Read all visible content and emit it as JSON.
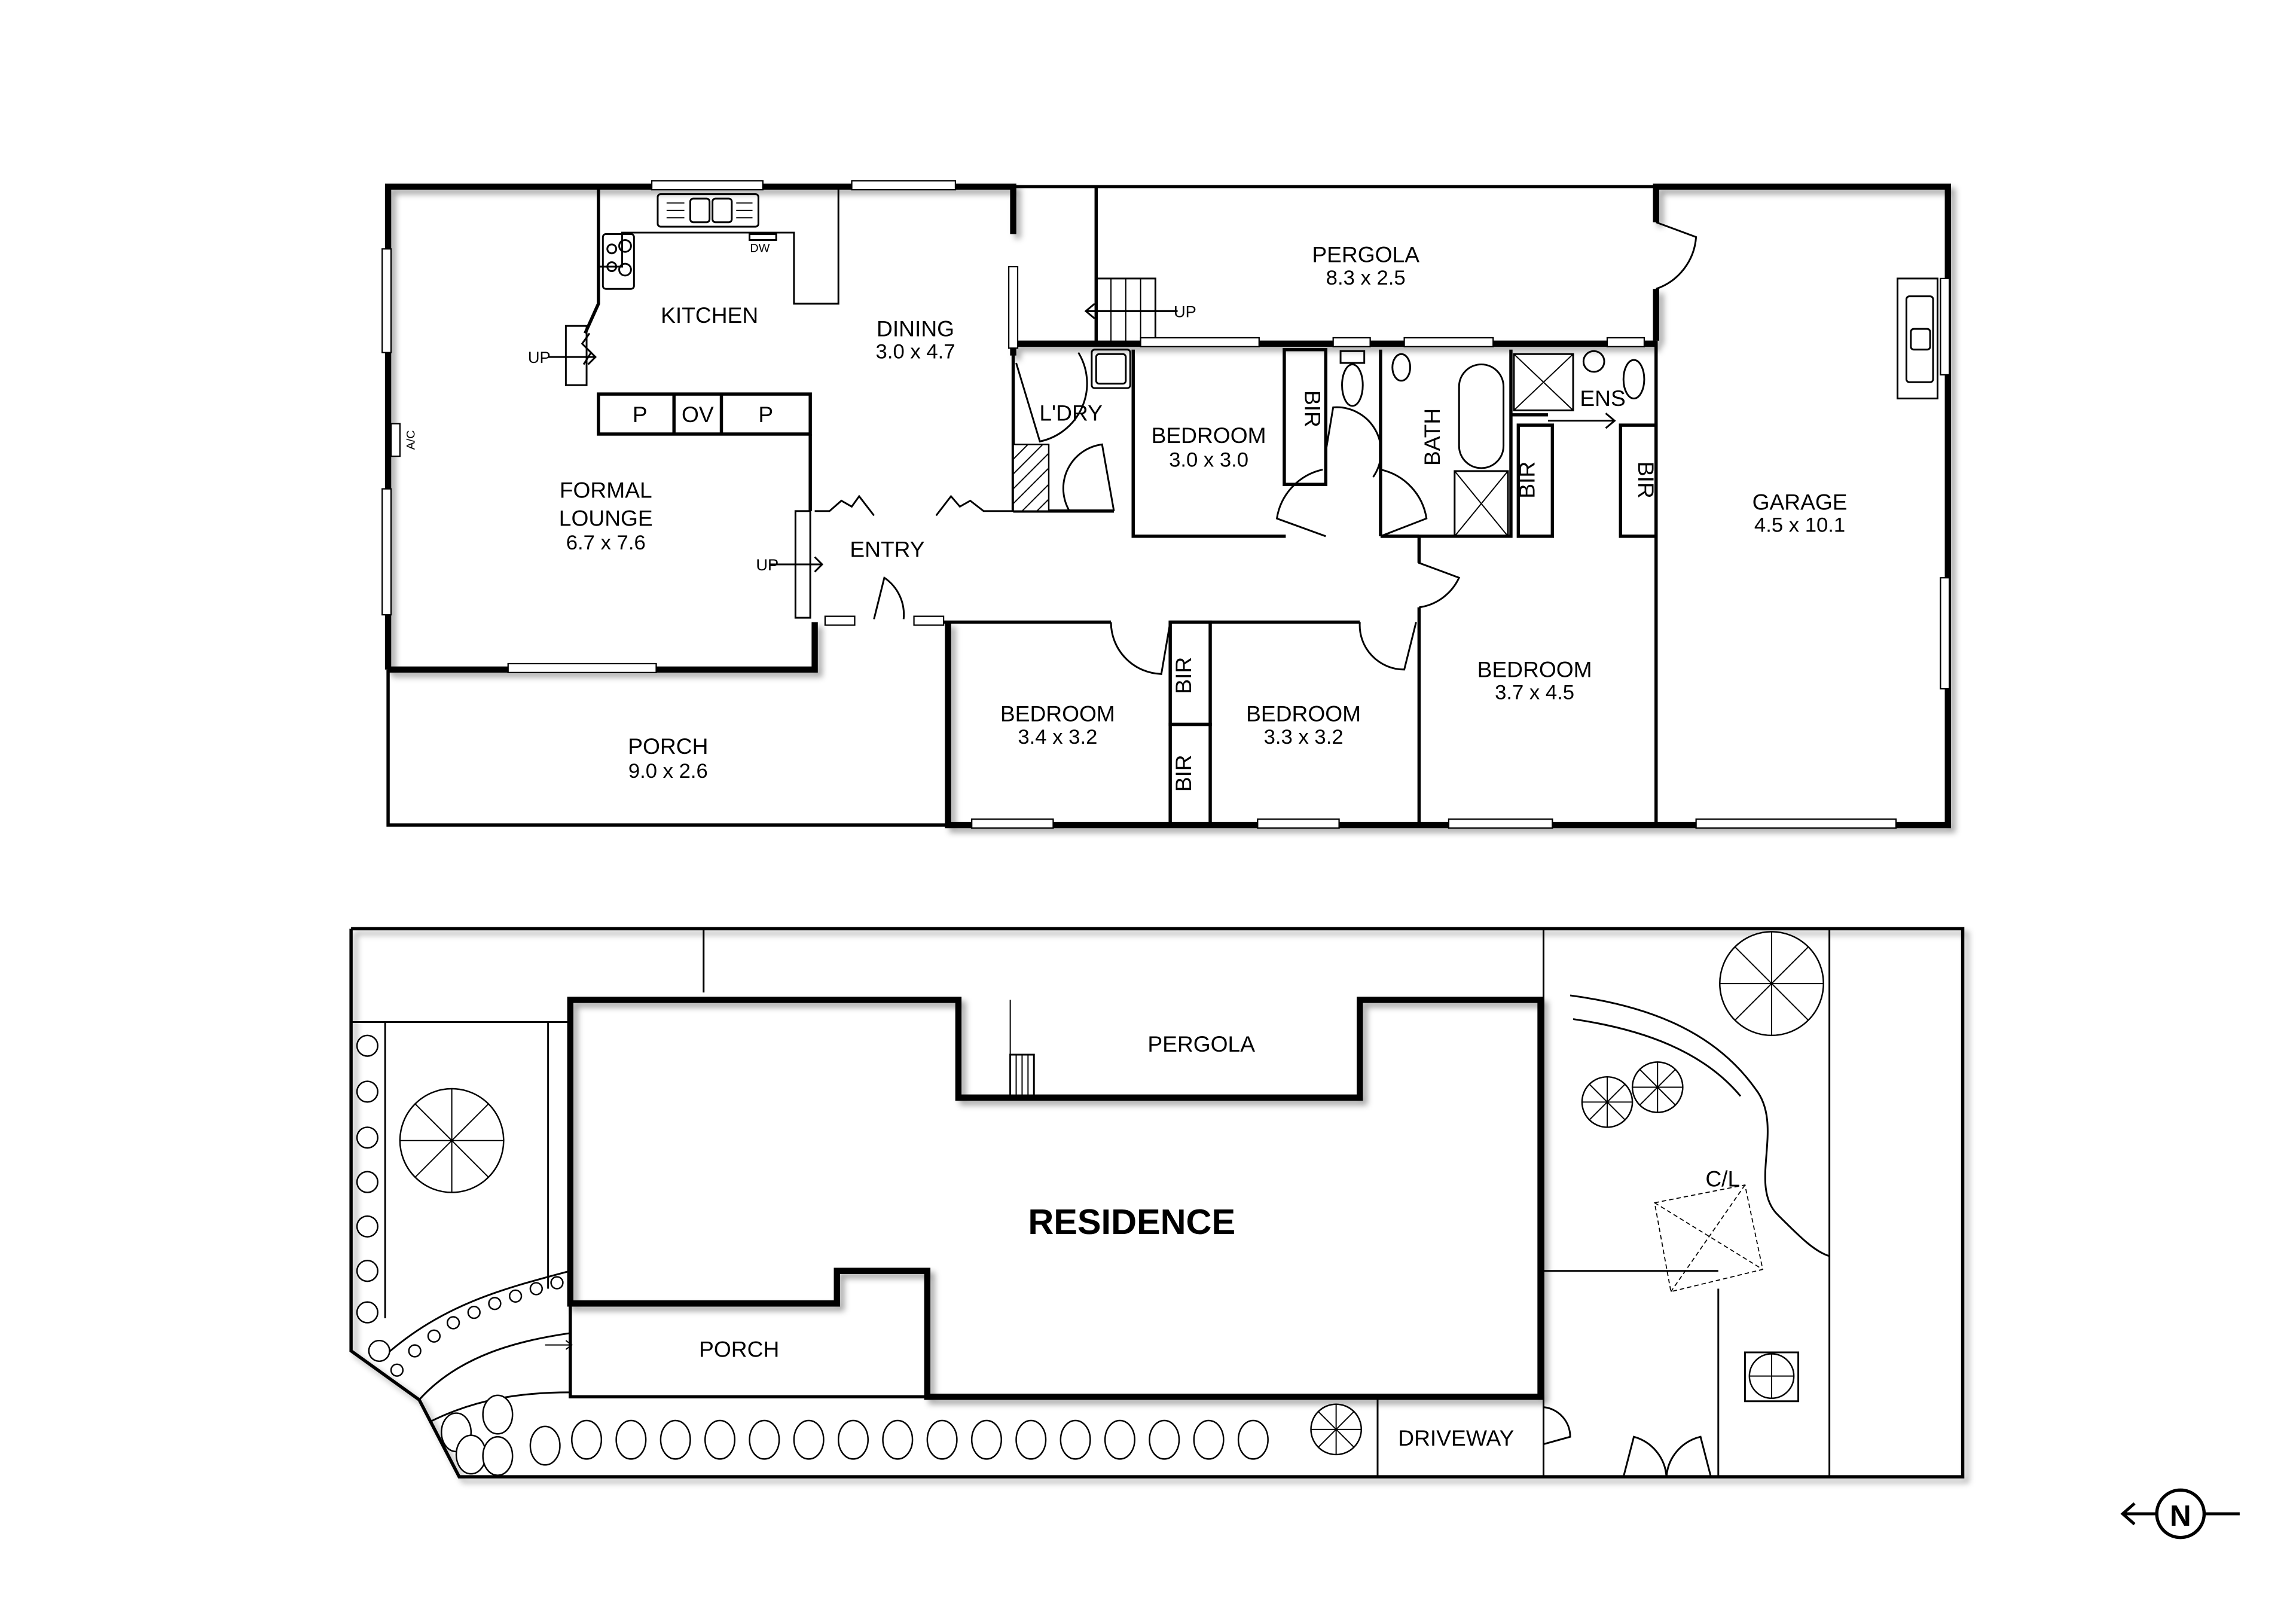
{
  "floor_plan": {
    "rooms": [
      {
        "id": "kitchen",
        "name": "KITCHEN",
        "dims": ""
      },
      {
        "id": "dining",
        "name": "DINING",
        "dims": "3.0 x 4.7"
      },
      {
        "id": "formal_lounge",
        "name": "FORMAL LOUNGE",
        "name_line1": "FORMAL",
        "name_line2": "LOUNGE",
        "dims": "6.7 x 7.6"
      },
      {
        "id": "entry",
        "name": "ENTRY",
        "dims": ""
      },
      {
        "id": "laundry",
        "name": "L'DRY",
        "dims": ""
      },
      {
        "id": "pergola",
        "name": "PERGOLA",
        "dims": "8.3 x 2.5"
      },
      {
        "id": "bedroom_1",
        "name": "BEDROOM",
        "dims": "3.0 x 3.0"
      },
      {
        "id": "bath",
        "name": "BATH",
        "dims": ""
      },
      {
        "id": "ensuite",
        "name": "ENS",
        "dims": ""
      },
      {
        "id": "garage",
        "name": "GARAGE",
        "dims": "4.5 x 10.1"
      },
      {
        "id": "bedroom_2",
        "name": "BEDROOM",
        "dims": "3.4 x 3.2"
      },
      {
        "id": "bedroom_3",
        "name": "BEDROOM",
        "dims": "3.3 x 3.2"
      },
      {
        "id": "bedroom_4",
        "name": "BEDROOM",
        "dims": "3.7 x 4.5"
      },
      {
        "id": "porch",
        "name": "PORCH",
        "dims": "9.0 x 2.6"
      }
    ],
    "fixtures": {
      "pantry_left": "P",
      "oven": "OV",
      "pantry_right": "P",
      "dishwasher": "DW",
      "air_conditioner": "A/C",
      "bir_labels": [
        "BIR",
        "BIR",
        "BIR",
        "BIR",
        "BIR"
      ],
      "stairs_up_labels": [
        "UP",
        "UP",
        "UP"
      ]
    }
  },
  "site_plan": {
    "residence": "RESIDENCE",
    "pergola": "PERGOLA",
    "porch": "PORCH",
    "driveway": "DRIVEWAY",
    "clothesline": "C/L"
  },
  "compass": {
    "letter": "N",
    "direction": "left"
  }
}
